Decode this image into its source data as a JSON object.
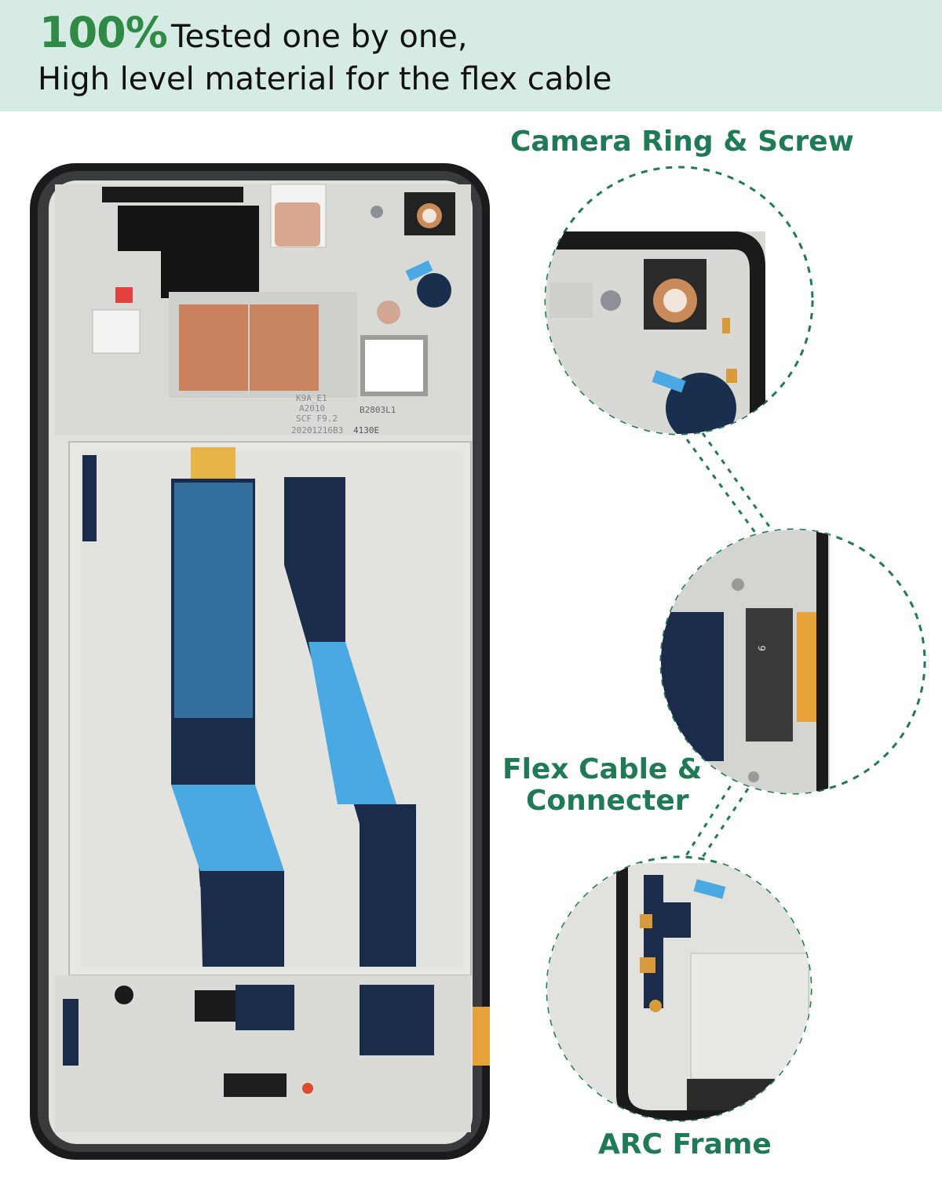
{
  "banner": {
    "highlight": "100%",
    "line1": "Tested one by one,",
    "line2": "High level material for the flex cable"
  },
  "callouts": {
    "camera": "Camera Ring & Screw",
    "flex_line1": "Flex Cable &",
    "flex_line2": "Connecter",
    "frame": "ARC Frame"
  },
  "labels": {
    "sticker1": "K9A_E1",
    "sticker2": "A2010",
    "sticker3": "SCF F9.2",
    "code": "B2803L1",
    "date": "20201216B3",
    "mark": "4130E"
  },
  "colors": {
    "accent": "#1f7a55",
    "banner_bg": "#d7ebe5",
    "flex_blue": "#49a6e0",
    "flex_dark": "#1b2b4a",
    "frame_silver": "#dcdcd8"
  }
}
